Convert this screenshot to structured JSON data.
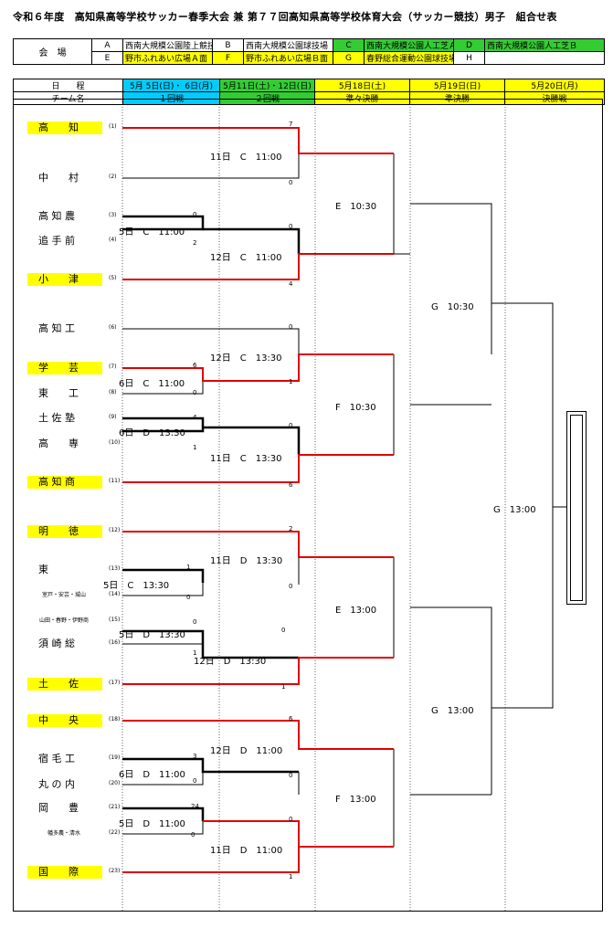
{
  "title": "令和６年度　高知県高等学校サッカー春季大会 兼 第７７回高知県高等学校体育大会（サッカー競技）男子　組合せ表",
  "venue_label": "会　場",
  "venues": [
    {
      "code": "A",
      "name": "西南大規模公園陸上競技場"
    },
    {
      "code": "B",
      "name": "西南大規模公園球技場"
    },
    {
      "code": "C",
      "name": "西南大規模公園人工芝Ａ"
    },
    {
      "code": "D",
      "name": "西南大規模公園人工芝Ｂ"
    },
    {
      "code": "E",
      "name": "野市ふれあい広場Ａ面"
    },
    {
      "code": "F",
      "name": "野市ふれあい広場Ｂ面"
    },
    {
      "code": "G",
      "name": "春野総合運動公園球技場"
    },
    {
      "code": "H",
      "name": ""
    }
  ],
  "schedule_label": "日　　程",
  "team_label": "チーム名",
  "dates": [
    "5月 5日(日)・ 6日(月)",
    "5月11日(土)・12日(日)",
    "5月18日(土)",
    "5月19日(日)",
    "5月20日(月)"
  ],
  "rounds": [
    "１回戦",
    "２回戦",
    "準々決勝",
    "準決勝",
    "決勝戦"
  ],
  "teams": [
    {
      "no": "(1)",
      "name": "高　　知",
      "hl": true
    },
    {
      "no": "(2)",
      "name": "中　　村",
      "hl": false
    },
    {
      "no": "(3)",
      "name": "高 知 農",
      "hl": false
    },
    {
      "no": "(4)",
      "name": "追 手 前",
      "hl": false
    },
    {
      "no": "(5)",
      "name": "小　　津",
      "hl": true
    },
    {
      "no": "(6)",
      "name": "高 知 工",
      "hl": false
    },
    {
      "no": "(7)",
      "name": "学　　芸",
      "hl": true
    },
    {
      "no": "(8)",
      "name": "東　　工",
      "hl": false
    },
    {
      "no": "(9)",
      "name": "土 佐 塾",
      "hl": false
    },
    {
      "no": "(10)",
      "name": "高　　専",
      "hl": false
    },
    {
      "no": "(11)",
      "name": "高 知 商",
      "hl": true
    },
    {
      "no": "(12)",
      "name": "明　　徳",
      "hl": true
    },
    {
      "no": "(13)",
      "name": "東",
      "hl": false
    },
    {
      "no": "(14)",
      "name": "室戸・安芸・城山",
      "hl": false
    },
    {
      "no": "(15)",
      "name": "山田・春野・伊野商",
      "hl": false
    },
    {
      "no": "(16)",
      "name": "須 崎 総",
      "hl": false
    },
    {
      "no": "(17)",
      "name": "土　　佐",
      "hl": true
    },
    {
      "no": "(18)",
      "name": "中　　央",
      "hl": true
    },
    {
      "no": "(19)",
      "name": "宿 毛 工",
      "hl": false
    },
    {
      "no": "(20)",
      "name": "丸 の 内",
      "hl": false
    },
    {
      "no": "(21)",
      "name": "岡　　豊",
      "hl": false
    },
    {
      "no": "(22)",
      "name": "幡多農・清水",
      "hl": false
    },
    {
      "no": "(23)",
      "name": "国　　際",
      "hl": true
    }
  ],
  "matches": {
    "r1": [
      "5日　C　11:00",
      "6日　C　11:00",
      "6日　D　13:30",
      "5日　C　13:30",
      "5日　D　13:30",
      "6日　D　11:00",
      "5日　D　11:00"
    ],
    "r2": [
      "11日　C　11:00",
      "12日　C　11:00",
      "12日　C　13:30",
      "11日　C　13:30",
      "11日　D　13:30",
      "12日　D　13:30",
      "12日　D　11:00",
      "11日　D　11:00"
    ],
    "qf": [
      "E　10:30",
      "F　10:30",
      "E　13:00",
      "F　13:00"
    ],
    "sf": [
      "G　10:30",
      "G　13:00"
    ],
    "final": "G　13:00"
  },
  "scores": {
    "r2a": [
      "7",
      "0"
    ],
    "r1a": [
      "0",
      "2"
    ],
    "r2b": [
      "0",
      "4"
    ],
    "r2c": [
      "0",
      "1"
    ],
    "r1b": [
      "6",
      "0"
    ],
    "r1c": [
      "4",
      "1"
    ],
    "r2d": [
      "0",
      "6"
    ],
    "r2e": [
      "2",
      "0"
    ],
    "r1d": [
      "1",
      "0"
    ],
    "r1e": [
      "0",
      "1"
    ],
    "r2f": [
      "0",
      "1"
    ],
    "r2g": [
      "6",
      "0"
    ],
    "r1f": [
      "3",
      "0"
    ],
    "r1g": [
      "24",
      "0"
    ],
    "r2h": [
      "0",
      "1"
    ]
  }
}
